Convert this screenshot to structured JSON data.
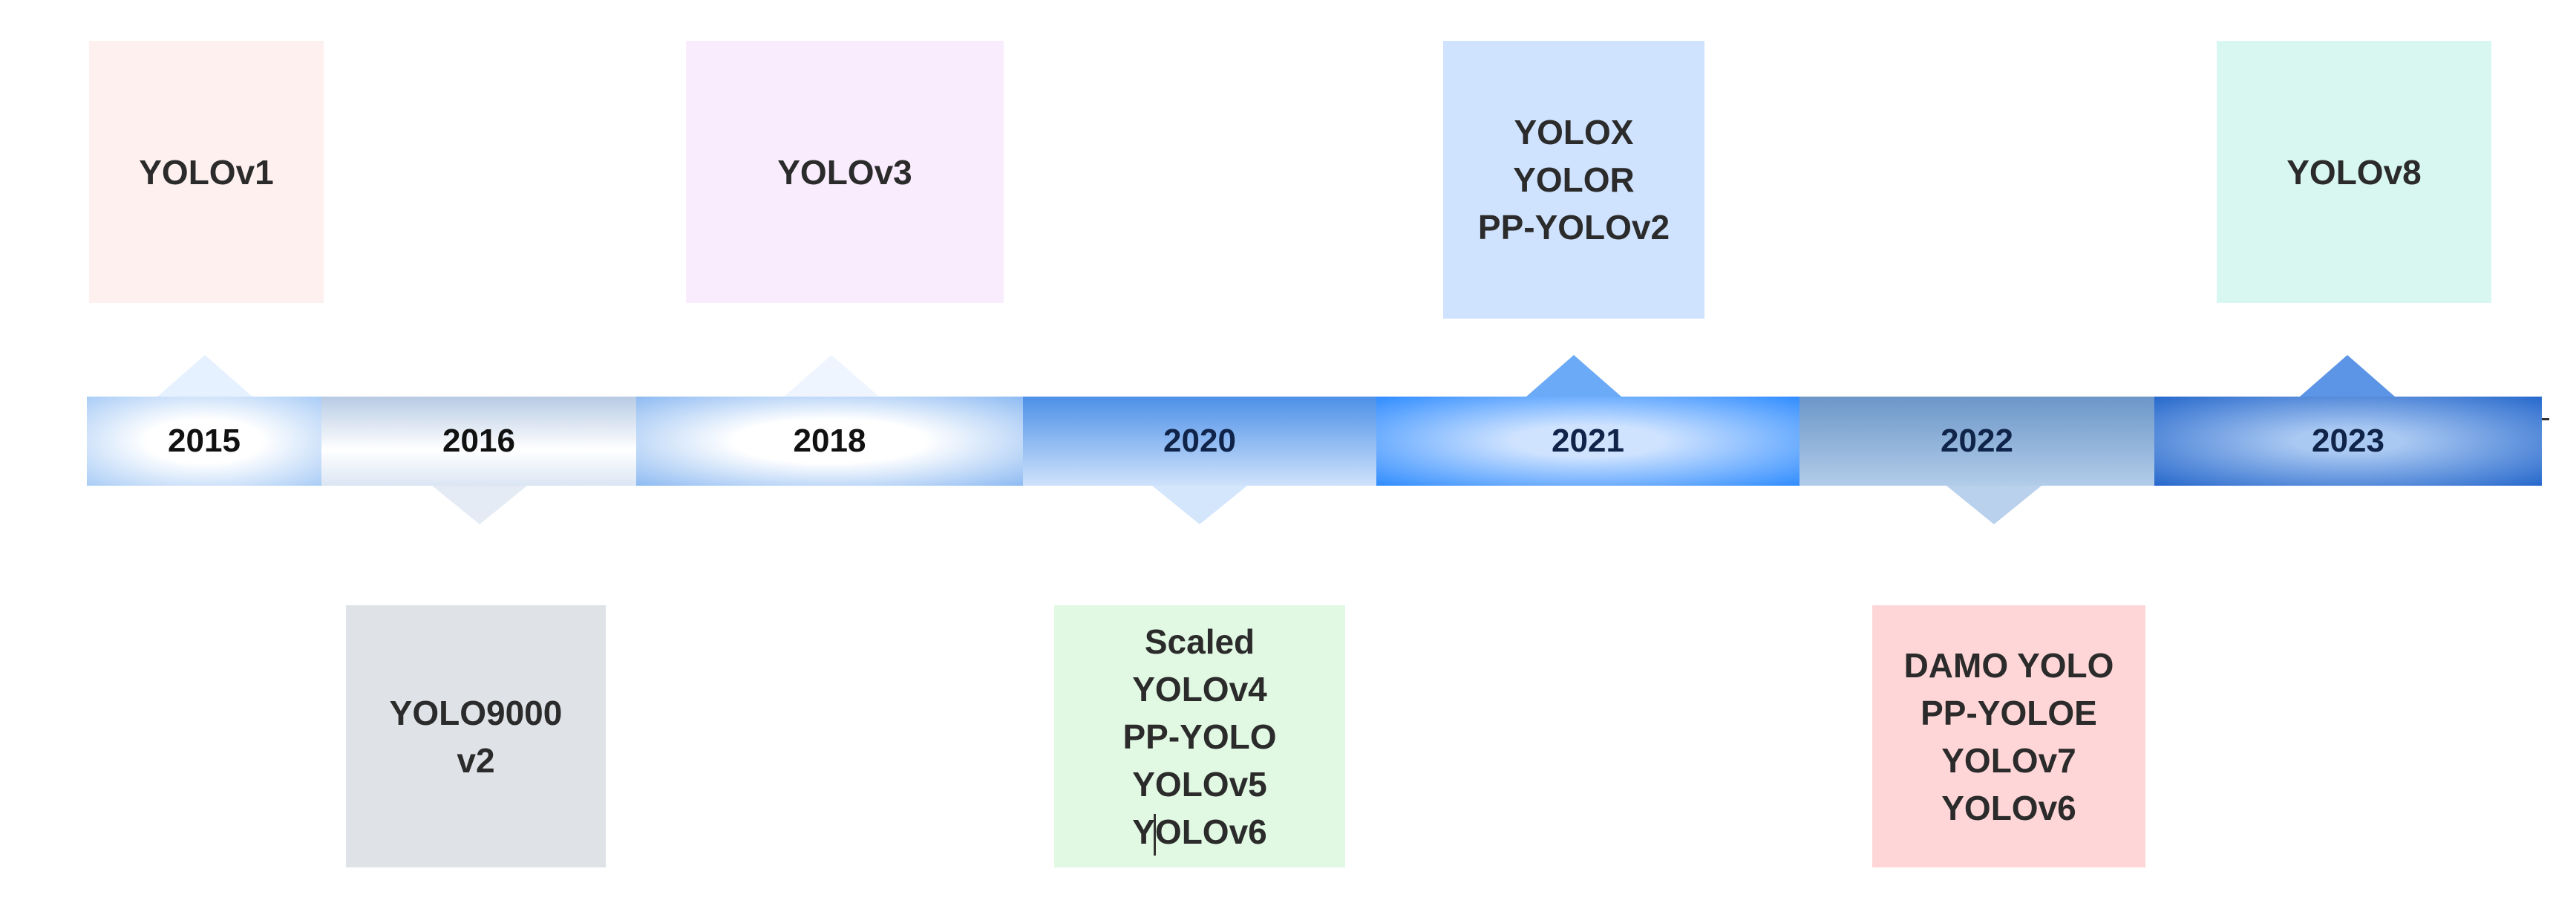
{
  "timeline": {
    "years": [
      "2015",
      "2016",
      "2018",
      "2020",
      "2021",
      "2022",
      "2023"
    ]
  },
  "above": {
    "y2015": [
      "YOLOv1"
    ],
    "y2018": [
      "YOLOv3"
    ],
    "y2021": [
      "YOLOX",
      "YOLOR",
      "PP-YOLOv2"
    ],
    "y2023": [
      "YOLOv8"
    ]
  },
  "below": {
    "y2016": [
      "YOLO9000",
      "v2"
    ],
    "y2020": [
      "Scaled",
      "YOLOv4",
      "PP-YOLO",
      "YOLOv5",
      "YOLOv6"
    ],
    "y2022": [
      "DAMO YOLO",
      "PP-YOLOE",
      "YOLOv7",
      "YOLOv6"
    ]
  },
  "colors": {
    "box_2015": "#fdf0ee",
    "box_2018": "#f9ecfd",
    "box_2021": "#cfe2fe",
    "box_2023": "#d8f7f0",
    "box_2016": "#dfe2e6",
    "box_2020": "#e1f9e3",
    "box_2022": "#ffd6d7"
  }
}
